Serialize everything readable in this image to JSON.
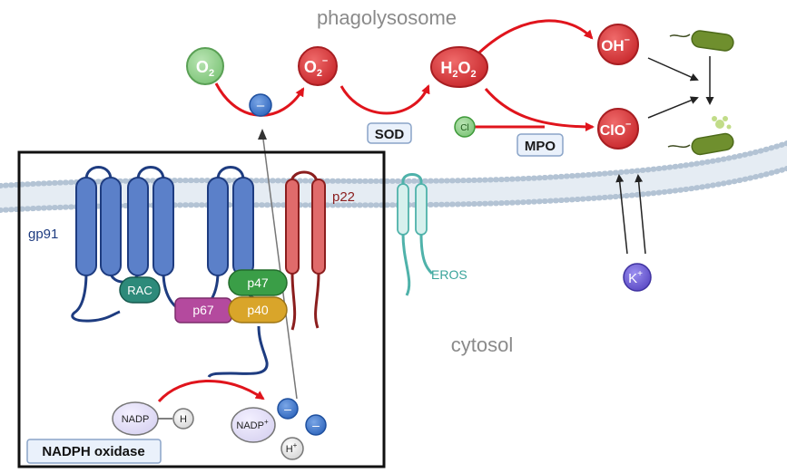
{
  "regions": {
    "top": "phagolysosome",
    "bottom": "cytosol"
  },
  "molecules": {
    "o2": {
      "main": "O",
      "sub": "2",
      "sup": ""
    },
    "superoxide": {
      "main": "O",
      "sub": "2",
      "sup": "–"
    },
    "h2o2": {
      "main": "H",
      "sub": "2",
      "tail": "O",
      "sub2": "2"
    },
    "hydroxyl": {
      "main": "OH",
      "sup": "–"
    },
    "hypochlorite": {
      "main": "ClO",
      "sup": "–"
    },
    "chloride": "Cl",
    "potassium": {
      "main": "K",
      "sup": "+"
    },
    "electron": "–",
    "nadp": "NADP",
    "hydrogen": "H",
    "nadp_plus": {
      "main": "NADP",
      "sup": "+"
    },
    "proton": {
      "main": "H",
      "sup": "+"
    }
  },
  "enzymes": {
    "sod": "SOD",
    "mpo": "MPO"
  },
  "proteins": {
    "gp91": "gp91",
    "p22": "p22",
    "rac": "RAC",
    "p47": "p47",
    "p67": "p67",
    "p40": "p40",
    "eros": "EROS"
  },
  "complex_label": "NADPH oxidase",
  "colors": {
    "red_node": "#d9363c",
    "green_node": "#8fcf8b",
    "blue_protein": "#5b80c9",
    "red_protein": "#de6e6e",
    "teal_rac": "#2d8a7a",
    "green_p47": "#3a9e47",
    "magenta_p67": "#b44a9e",
    "gold_p40": "#d9a52a",
    "eros_teal": "#5ab8b0",
    "electron_blue": "#3f78c9",
    "potassium_purple": "#6b5bd0",
    "membrane": "#b9c8d9"
  }
}
